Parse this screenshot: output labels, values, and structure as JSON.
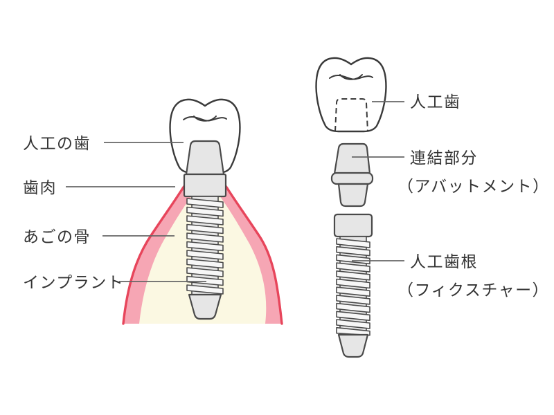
{
  "diagram": {
    "title": "dental-implant-structure",
    "left_labels": [
      "人工の歯",
      "歯肉",
      "あごの骨",
      "インプラント"
    ],
    "right_labels": [
      "人工歯",
      "連結部分",
      "（アバットメント）",
      "人工歯根",
      "（フィクスチャー）"
    ]
  },
  "colors": {
    "background": "#ffffff",
    "gum-red": "#e7455b",
    "gum-pink": "#f6a6b4",
    "bone-cream": "#fbf8e2",
    "tooth-fill": "#ffffff",
    "outline-dark": "#3a3a3a",
    "metal-stroke": "#4a4a4a",
    "metal-fill": "#e6e6e6",
    "thread-fill": "#f7f7f7",
    "label-text": "#333333",
    "leader-line": "#666666"
  }
}
